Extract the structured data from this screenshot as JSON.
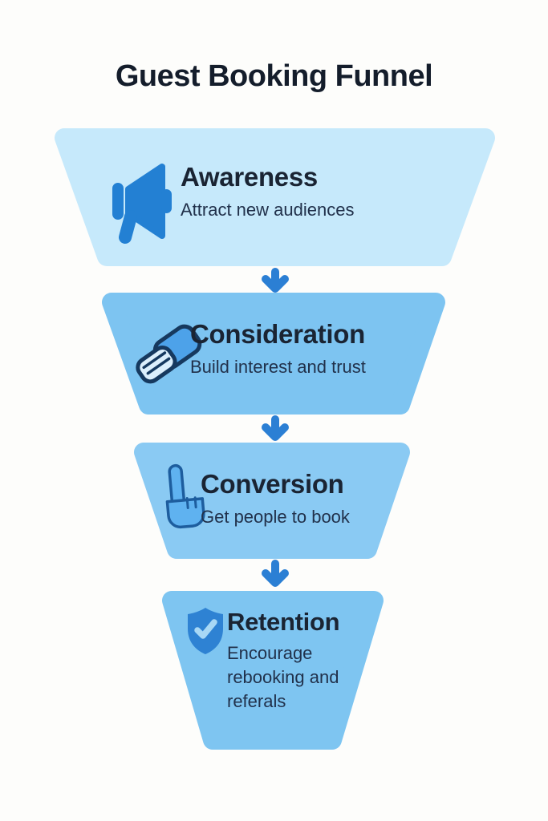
{
  "title": "Guest Booking Funnel",
  "colors": {
    "background": "#fdfdfb",
    "title_text": "#141d2b",
    "heading_text": "#1a2433",
    "subtitle_text": "#21314b",
    "arrow": "#2b7fd4",
    "icon_blue": "#2380d3",
    "stage1_fill": "#c6e9fb",
    "stage2_fill": "#7dc4f1",
    "stage3_fill": "#8acaf3",
    "stage4_fill": "#7ec5f1"
  },
  "funnel": {
    "stages": [
      {
        "label": "Awareness",
        "description": "Attract new audiences",
        "icon": "megaphone-icon"
      },
      {
        "label": "Consideration",
        "description": "Build interest and trust",
        "icon": "handshake-icon"
      },
      {
        "label": "Conversion",
        "description": "Get people to book",
        "icon": "pointing-hand-icon"
      },
      {
        "label": "Retention",
        "description": "Encourage rebooking and referals",
        "icon": "shield-check-icon"
      }
    ]
  }
}
